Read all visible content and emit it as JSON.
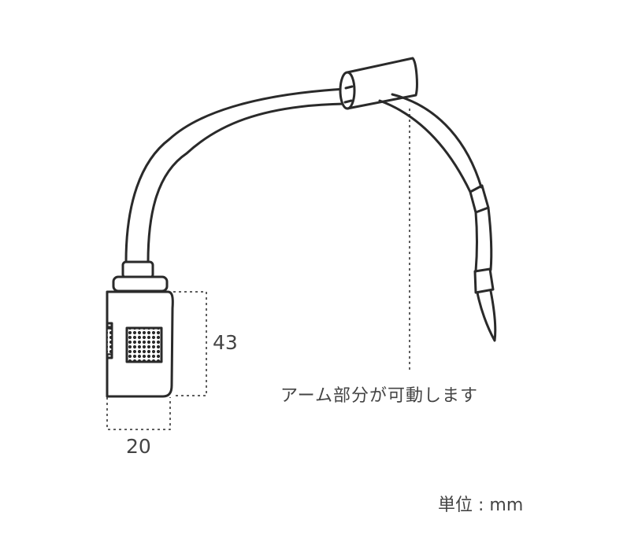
{
  "dimensions": {
    "height": "43",
    "width": "20"
  },
  "annotation": {
    "arm_note": "アーム部分が可動します"
  },
  "unit": {
    "label": "単位 : mm"
  },
  "colors": {
    "outline": "#2a2a2a",
    "text": "#444444",
    "background": "#ffffff"
  }
}
